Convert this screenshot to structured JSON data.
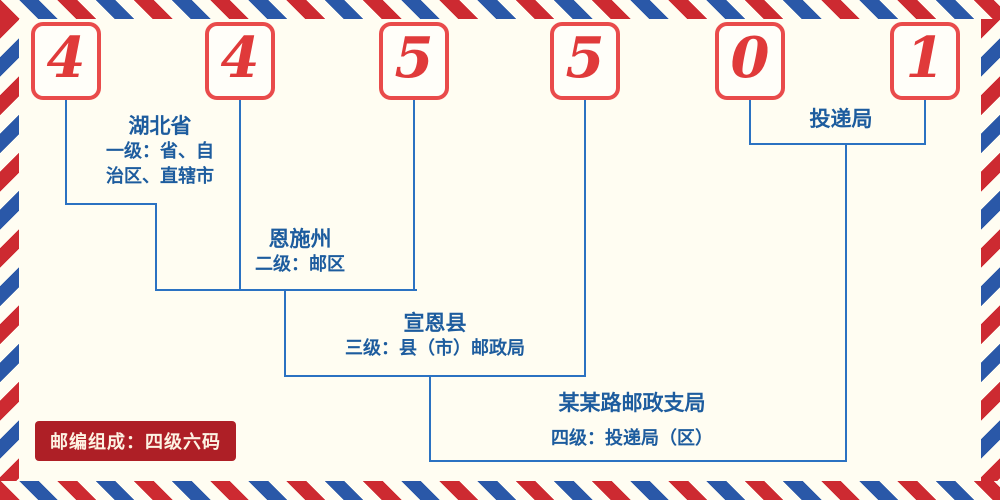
{
  "postal_code": {
    "digits": [
      "4",
      "4",
      "5",
      "5",
      "0",
      "1"
    ]
  },
  "labels": {
    "level1": {
      "name": "湖北省",
      "desc_line1": "一级：省、自",
      "desc_line2": "治区、直辖市"
    },
    "level2": {
      "name": "恩施州",
      "desc": "二级：邮区"
    },
    "level3": {
      "name": "宣恩县",
      "desc": "三级：县（市）邮政局"
    },
    "level4": {
      "name": "某某路邮政支局",
      "desc": "四级：投递局（区）"
    },
    "delivery": {
      "name": "投递局"
    }
  },
  "footer": {
    "composition_label": "邮编组成：四级六码"
  },
  "colors": {
    "background": "#fffdf2",
    "digit_red": "#e03a3a",
    "box_border_red": "#e94b4b",
    "line_blue": "#2b72c2",
    "text_blue": "#1d5c9e",
    "badge_bg": "#ae1f26",
    "badge_text": "#fdf3e3",
    "stripe_red": "#cd2a31",
    "stripe_blue": "#2a58a8"
  }
}
